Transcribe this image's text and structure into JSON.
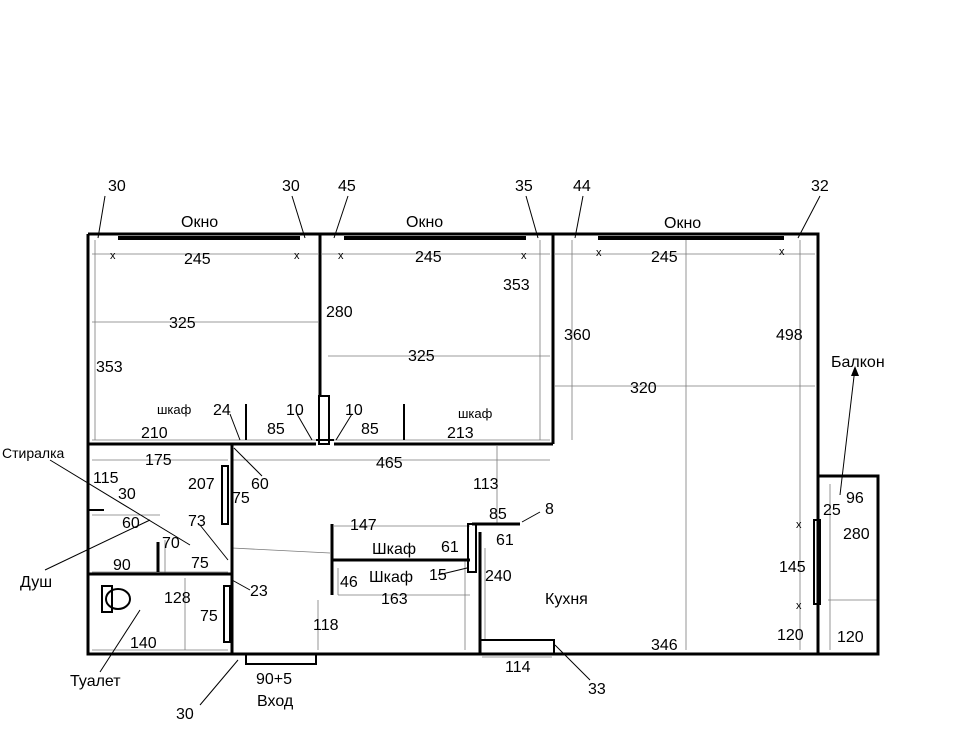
{
  "labels": {
    "window1": "Окно",
    "window2": "Окно",
    "window3": "Окно",
    "balcony": "Балкон",
    "washer": "Стиралка",
    "shower": "Душ",
    "toilet": "Туалет",
    "kitchen": "Кухня",
    "wardrobe_a": "шкаф",
    "wardrobe_b": "шкаф",
    "closet_a": "Шкаф",
    "closet_b": "Шкаф",
    "entry": "Вход",
    "entry_width": "90+5"
  },
  "dimensions": {
    "d30_tl": "30",
    "d30_tm": "30",
    "d45": "45",
    "d35": "35",
    "d44": "44",
    "d32": "32",
    "d245_a": "245",
    "d245_b": "245",
    "d245_c": "245",
    "d325_a": "325",
    "d325_b": "325",
    "d353_a": "353",
    "d353_b": "353",
    "d280_a": "280",
    "d360": "360",
    "d498": "498",
    "d320": "320",
    "d24": "24",
    "d10_a": "10",
    "d10_b": "10",
    "d85_a": "85",
    "d85_b": "85",
    "d85_c": "85",
    "d210": "210",
    "d213": "213",
    "d175": "175",
    "d465": "465",
    "d115": "115",
    "d30_l": "30",
    "d60_a": "60",
    "d207": "207",
    "d75_a": "75",
    "d60_b": "60",
    "d73": "73",
    "d70": "70",
    "d90": "90",
    "d75_b": "75",
    "d128": "128",
    "d23": "23",
    "d75_c": "75",
    "d140": "140",
    "d30_b": "30",
    "d113": "113",
    "d8": "8",
    "d147": "147",
    "d61_a": "61",
    "d61_b": "61",
    "d15": "15",
    "d240": "240",
    "d46": "46",
    "d163": "163",
    "d118": "118",
    "d346": "346",
    "d114": "114",
    "d33": "33",
    "d96": "96",
    "d25": "25",
    "d280_b": "280",
    "d145": "145",
    "d120_a": "120",
    "d120_b": "120",
    "x1": "x",
    "x2": "x",
    "x3": "x",
    "x4": "x",
    "x5": "x",
    "x6": "x",
    "x7": "x",
    "x8": "x"
  }
}
